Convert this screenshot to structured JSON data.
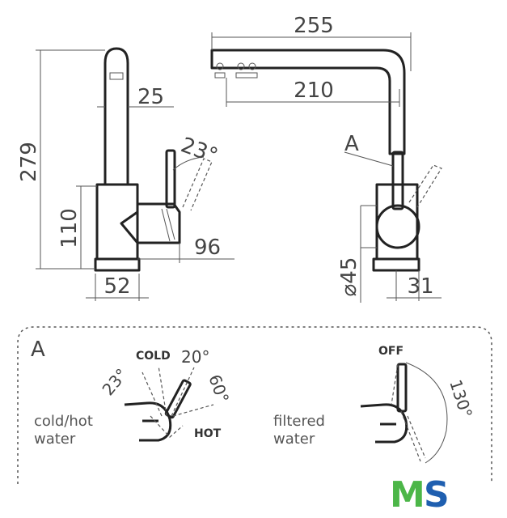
{
  "dimensions": {
    "height_total": "279",
    "height_body": "110",
    "spout_diameter": "25",
    "base_width": "52",
    "handle_reach": "96",
    "spout_reach": "255",
    "spout_inner_reach": "210",
    "handle_diameter": "⌀45",
    "base_offset": "31",
    "lever_angle": "23°"
  },
  "callout": {
    "label": "A"
  },
  "detail": {
    "label": "A",
    "left": {
      "angle_left": "23°",
      "cold_label": "COLD",
      "angle_cold": "20°",
      "angle_hot": "60°",
      "hot_label": "HOT",
      "caption_line1": "cold/hot",
      "caption_line2": "water"
    },
    "right": {
      "off_label": "OFF",
      "angle": "130°",
      "caption_line1": "filtered",
      "caption_line2": "water"
    }
  },
  "logo": {
    "letter1": "M",
    "letter2": "S"
  },
  "colors": {
    "logo_green": "#4cb648",
    "logo_blue": "#1f5fb0"
  }
}
